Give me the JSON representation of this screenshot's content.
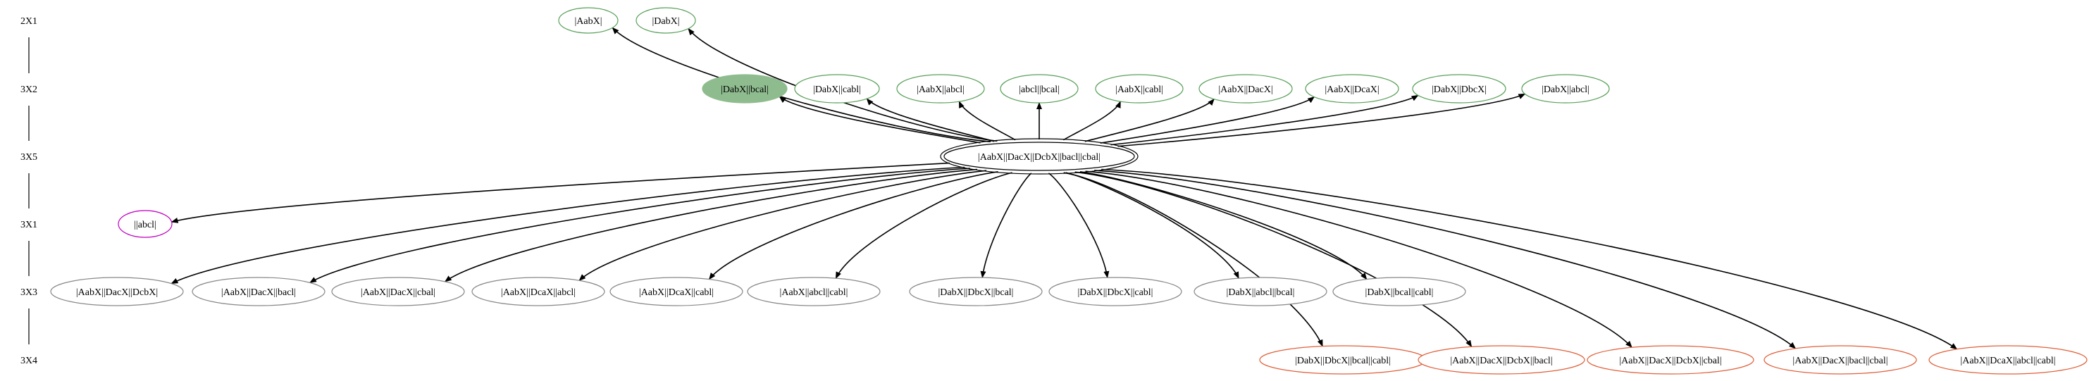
{
  "colors": {
    "gray": "#888888",
    "green": "#5aa05a",
    "magenta": "#c000c0",
    "red": "#e0603a",
    "filled": "#8fbc8f",
    "edge": "#000000"
  },
  "ranks": [
    "2X1",
    "3X2",
    "3X5",
    "3X1",
    "3X3",
    "3X4"
  ],
  "nodes": [
    {
      "id": "n_aabx",
      "label": "|AabX|",
      "rank": "2X1",
      "style": "green"
    },
    {
      "id": "n_dabx",
      "label": "|DabX|",
      "rank": "2X1",
      "style": "green"
    },
    {
      "id": "n_dabx_bcal",
      "label": "|DabX||bcal|",
      "rank": "3X2",
      "style": "filled"
    },
    {
      "id": "n_dabx_cabl",
      "label": "|DabX||cabl|",
      "rank": "3X2",
      "style": "green"
    },
    {
      "id": "n_aabx_abcl",
      "label": "|AabX||abcl|",
      "rank": "3X2",
      "style": "green"
    },
    {
      "id": "n_abcl_bcal",
      "label": "|abcl||bcal|",
      "rank": "3X2",
      "style": "green"
    },
    {
      "id": "n_aabx_cabl",
      "label": "|AabX||cabl|",
      "rank": "3X2",
      "style": "green"
    },
    {
      "id": "n_aabx_dacx",
      "label": "|AabX||DacX|",
      "rank": "3X2",
      "style": "green"
    },
    {
      "id": "n_aabx_dcax",
      "label": "|AabX||DcaX|",
      "rank": "3X2",
      "style": "green"
    },
    {
      "id": "n_dabx_dbcx",
      "label": "|DabX||DbcX|",
      "rank": "3X2",
      "style": "green"
    },
    {
      "id": "n_dabx_abcl",
      "label": "|DabX||abcl|",
      "rank": "3X2",
      "style": "green"
    },
    {
      "id": "n_center",
      "label": "|AabX||DacX||DcbX||bacl||cbal|",
      "rank": "3X5",
      "style": "double"
    },
    {
      "id": "n_abcl",
      "label": "||abcl|",
      "rank": "3X1",
      "style": "magenta"
    },
    {
      "id": "r3_1",
      "label": "|AabX||DacX||DcbX|",
      "rank": "3X3",
      "style": "gray"
    },
    {
      "id": "r3_2",
      "label": "|AabX||DacX||bacl|",
      "rank": "3X3",
      "style": "gray"
    },
    {
      "id": "r3_3",
      "label": "|AabX||DacX||cbal|",
      "rank": "3X3",
      "style": "gray"
    },
    {
      "id": "r3_4",
      "label": "|AabX||DcaX||abcl|",
      "rank": "3X3",
      "style": "gray"
    },
    {
      "id": "r3_5",
      "label": "|AabX||DcaX||cabl|",
      "rank": "3X3",
      "style": "gray"
    },
    {
      "id": "r3_6",
      "label": "|AabX||abcl||cabl|",
      "rank": "3X3",
      "style": "gray"
    },
    {
      "id": "r3_7",
      "label": "|DabX||DbcX||bcal|",
      "rank": "3X3",
      "style": "gray"
    },
    {
      "id": "r3_8",
      "label": "|DabX||DbcX||cabl|",
      "rank": "3X3",
      "style": "gray"
    },
    {
      "id": "r3_9",
      "label": "|DabX||abcl||bcal|",
      "rank": "3X3",
      "style": "gray"
    },
    {
      "id": "r3_10",
      "label": "|DabX||bcal||cabl|",
      "rank": "3X3",
      "style": "gray"
    },
    {
      "id": "r4_1",
      "label": "|DabX||DbcX||bcal||cabl|",
      "rank": "3X4",
      "style": "red"
    },
    {
      "id": "r4_2",
      "label": "|AabX||DacX||DcbX||bacl|",
      "rank": "3X4",
      "style": "red"
    },
    {
      "id": "r4_3",
      "label": "|AabX||DacX||DcbX||cbal|",
      "rank": "3X4",
      "style": "red"
    },
    {
      "id": "r4_4",
      "label": "|AabX||DacX||bacl||cbal|",
      "rank": "3X4",
      "style": "red"
    },
    {
      "id": "r4_5",
      "label": "|AabX||DcaX||abcl||cabl|",
      "rank": "3X4",
      "style": "red"
    }
  ],
  "edges": [
    {
      "from": "n_center",
      "to": "n_aabx"
    },
    {
      "from": "n_center",
      "to": "n_dabx"
    },
    {
      "from": "n_center",
      "to": "n_dabx_bcal"
    },
    {
      "from": "n_center",
      "to": "n_dabx_cabl"
    },
    {
      "from": "n_center",
      "to": "n_aabx_abcl"
    },
    {
      "from": "n_center",
      "to": "n_abcl_bcal"
    },
    {
      "from": "n_center",
      "to": "n_aabx_cabl"
    },
    {
      "from": "n_center",
      "to": "n_aabx_dacx"
    },
    {
      "from": "n_center",
      "to": "n_aabx_dcax"
    },
    {
      "from": "n_center",
      "to": "n_dabx_dbcx"
    },
    {
      "from": "n_center",
      "to": "n_dabx_abcl"
    },
    {
      "from": "n_center",
      "to": "n_abcl"
    },
    {
      "from": "n_center",
      "to": "r3_1"
    },
    {
      "from": "n_center",
      "to": "r3_2"
    },
    {
      "from": "n_center",
      "to": "r3_3"
    },
    {
      "from": "n_center",
      "to": "r3_4"
    },
    {
      "from": "n_center",
      "to": "r3_5"
    },
    {
      "from": "n_center",
      "to": "r3_6"
    },
    {
      "from": "n_center",
      "to": "r3_7"
    },
    {
      "from": "n_center",
      "to": "r3_8"
    },
    {
      "from": "n_center",
      "to": "r3_9"
    },
    {
      "from": "n_center",
      "to": "r3_10"
    },
    {
      "from": "n_center",
      "to": "r4_1"
    },
    {
      "from": "n_center",
      "to": "r4_2"
    },
    {
      "from": "n_center",
      "to": "r4_3"
    },
    {
      "from": "n_center",
      "to": "r4_4"
    },
    {
      "from": "n_center",
      "to": "r4_5"
    }
  ]
}
